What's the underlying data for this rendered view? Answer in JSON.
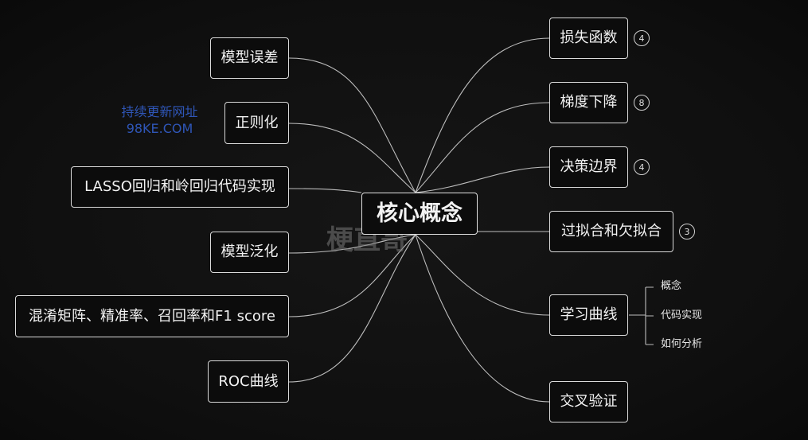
{
  "center": {
    "label": "核心概念"
  },
  "left_nodes": [
    {
      "id": "model-error",
      "label": "模型误差"
    },
    {
      "id": "regularization",
      "label": "正则化"
    },
    {
      "id": "lasso-ridge",
      "label": "LASSO回归和岭回归代码实现"
    },
    {
      "id": "generalization",
      "label": "模型泛化"
    },
    {
      "id": "confusion-matrix",
      "label": "混淆矩阵、精准率、召回率和F1 score"
    },
    {
      "id": "roc",
      "label": "ROC曲线"
    }
  ],
  "right_nodes": [
    {
      "id": "loss-function",
      "label": "损失函数",
      "badge": "4"
    },
    {
      "id": "gradient-descent",
      "label": "梯度下降",
      "badge": "8"
    },
    {
      "id": "decision-boundary",
      "label": "决策边界",
      "badge": "4"
    },
    {
      "id": "overfit-underfit",
      "label": "过拟合和欠拟合",
      "badge": "3"
    },
    {
      "id": "learning-curve",
      "label": "学习曲线",
      "badge": ""
    },
    {
      "id": "cross-validation",
      "label": "交叉验证",
      "badge": ""
    }
  ],
  "learning_curve_children": [
    "概念",
    "代码实现",
    "如何分析"
  ],
  "watermarks": {
    "site_line1": "持续更新网址",
    "site_line2": "98KE.COM",
    "center_mark": "梗直哥"
  },
  "colors": {
    "background": "#131313",
    "node_border": "#d9d9d9",
    "line": "#bdbdbd",
    "watermark_blue": "#2f56b8",
    "underline_red": "#e0202a"
  }
}
